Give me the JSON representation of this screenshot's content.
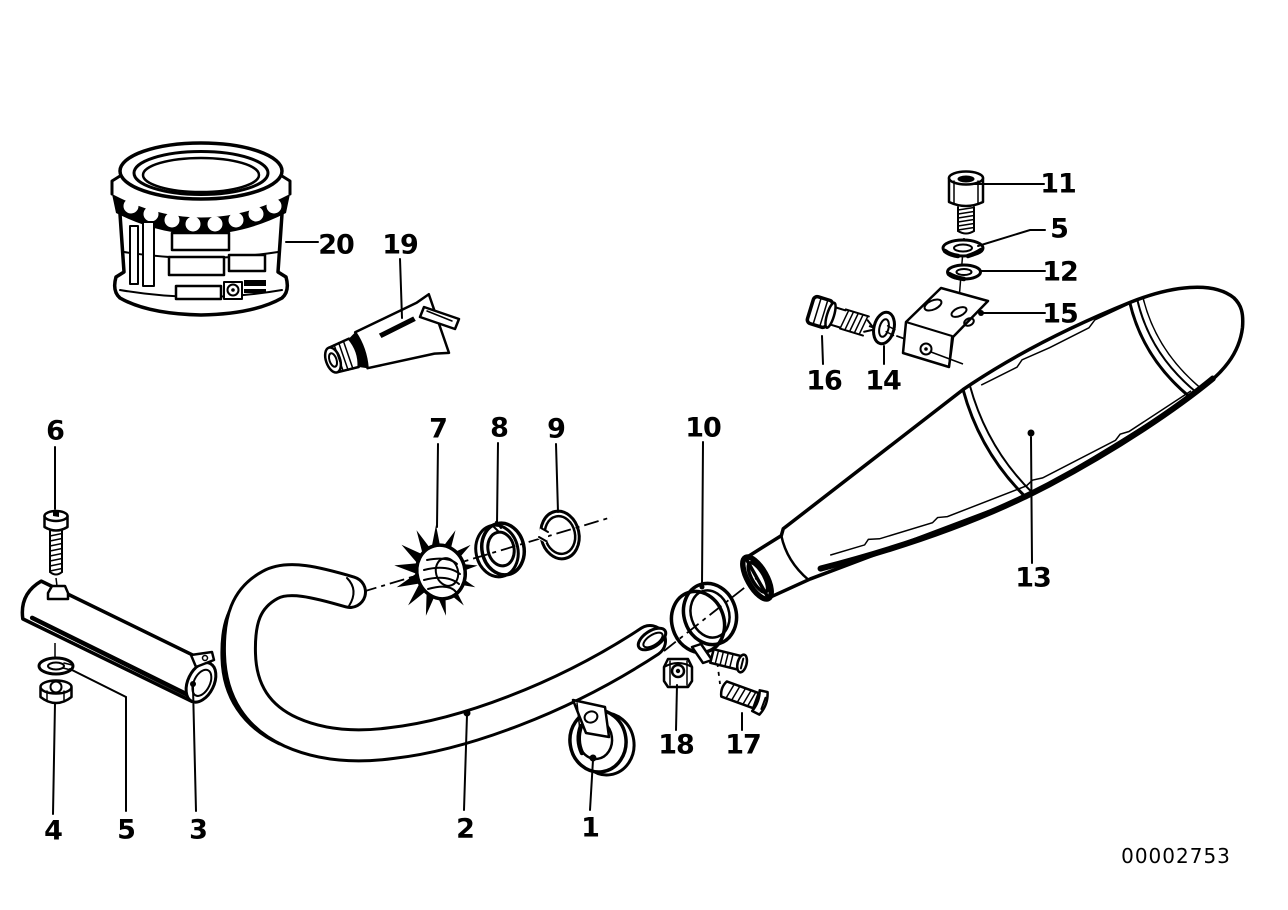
{
  "colors": {
    "ink": "#000000",
    "paper": "#ffffff"
  },
  "callouts": {
    "c1": "1",
    "c2": "2",
    "c3": "3",
    "c4": "4",
    "c5_bottom": "5",
    "c5_top": "5",
    "c6": "6",
    "c7": "7",
    "c8": "8",
    "c9": "9",
    "c10": "10",
    "c11": "11",
    "c12": "12",
    "c13": "13",
    "c14": "14",
    "c15": "15",
    "c16": "16",
    "c17": "17",
    "c18": "18",
    "c19": "19",
    "c20": "20"
  },
  "footer": {
    "drawing_number": "00002753"
  }
}
